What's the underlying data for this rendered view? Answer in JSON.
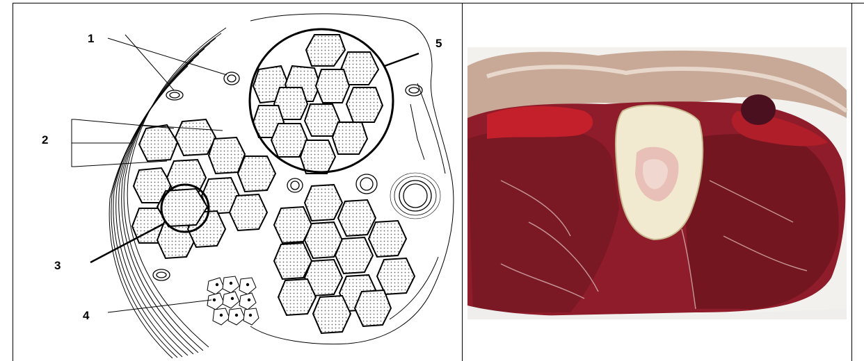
{
  "labels": {
    "one": "1",
    "two": "2",
    "three": "3",
    "four": "4",
    "five": "5"
  },
  "colors": {
    "line": "#000000",
    "bone": "#f2ead0",
    "marrow": "#e8c0b8",
    "meat_dark": "#6e1420",
    "meat_mid": "#8e1c2a",
    "meat_bright": "#c4202c",
    "background_photo": "#f3f1ee"
  }
}
